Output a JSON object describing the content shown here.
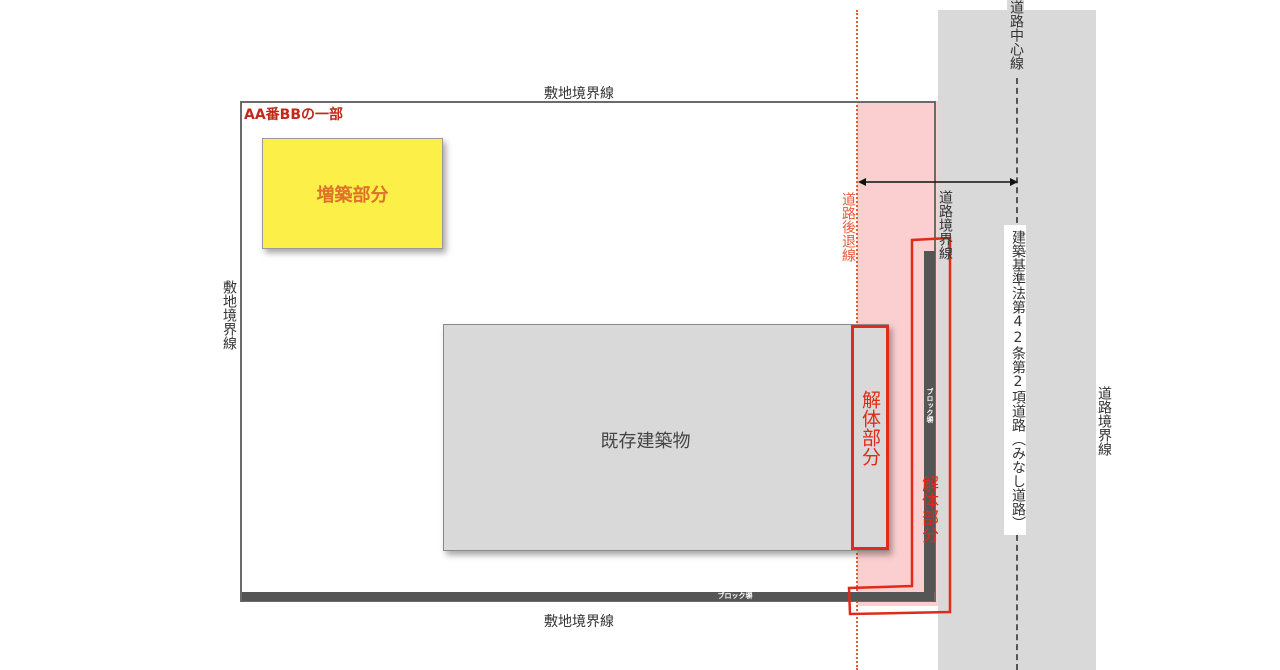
{
  "labels": {
    "lot_boundary_top": "敷地境界線",
    "lot_boundary_bottom": "敷地境界線",
    "lot_boundary_left": "敷地境界線",
    "parcel": "AA番BBの一部",
    "extension": "増築部分",
    "existing_building": "既存建築物",
    "demolition_building": "解体部分",
    "demolition_wall": "解体部分",
    "block_wall_bottom": "ブロック塀",
    "block_wall_right": "ブロック塀",
    "setback_line": "道路後退線",
    "road_boundary_1": "道路境界線",
    "road_boundary_2": "道路境界線",
    "road_center_line": "道路中心線",
    "road_type": "建築基準法第42条第2項道路（みなし道路）"
  },
  "colors": {
    "road": "#d9d9d9",
    "setback_zone": "#fbcfcf",
    "setback_line": "#e8593c",
    "extension_fill": "#fbef48",
    "extension_text": "#e0702c",
    "demolition": "#e02a1a",
    "block_wall": "#555555",
    "parcel_text": "#c0281a"
  }
}
